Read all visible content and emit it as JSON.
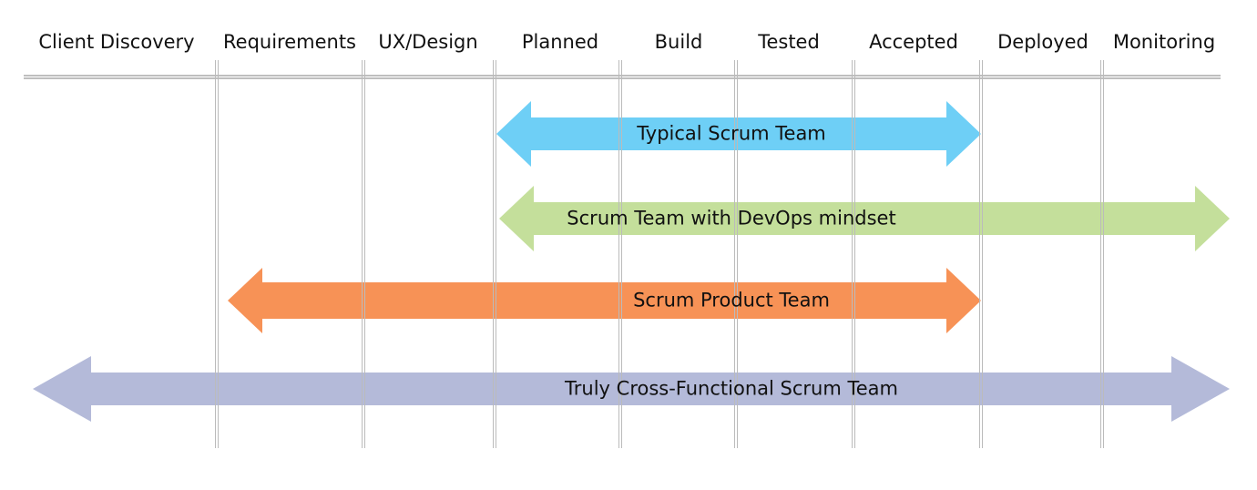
{
  "stages": [
    {
      "label": "Client Discovery"
    },
    {
      "label": "Requirements"
    },
    {
      "label": "UX/Design"
    },
    {
      "label": "Planned"
    },
    {
      "label": "Build"
    },
    {
      "label": "Tested"
    },
    {
      "label": "Accepted"
    },
    {
      "label": "Deployed"
    },
    {
      "label": "Monitoring"
    }
  ],
  "arrows": [
    {
      "label": "Typical Scrum Team",
      "color": "#6ecff6"
    },
    {
      "label": "Scrum Team with DevOps mindset",
      "color": "#c4df9b"
    },
    {
      "label": "Scrum Product Team",
      "color": "#f79256"
    },
    {
      "label": "Truly Cross-Functional Scrum Team",
      "color": "#b4bad9"
    }
  ],
  "colors": {
    "gridline": "#bbbbbb",
    "header_rule": "#999999",
    "text": "#111111"
  }
}
